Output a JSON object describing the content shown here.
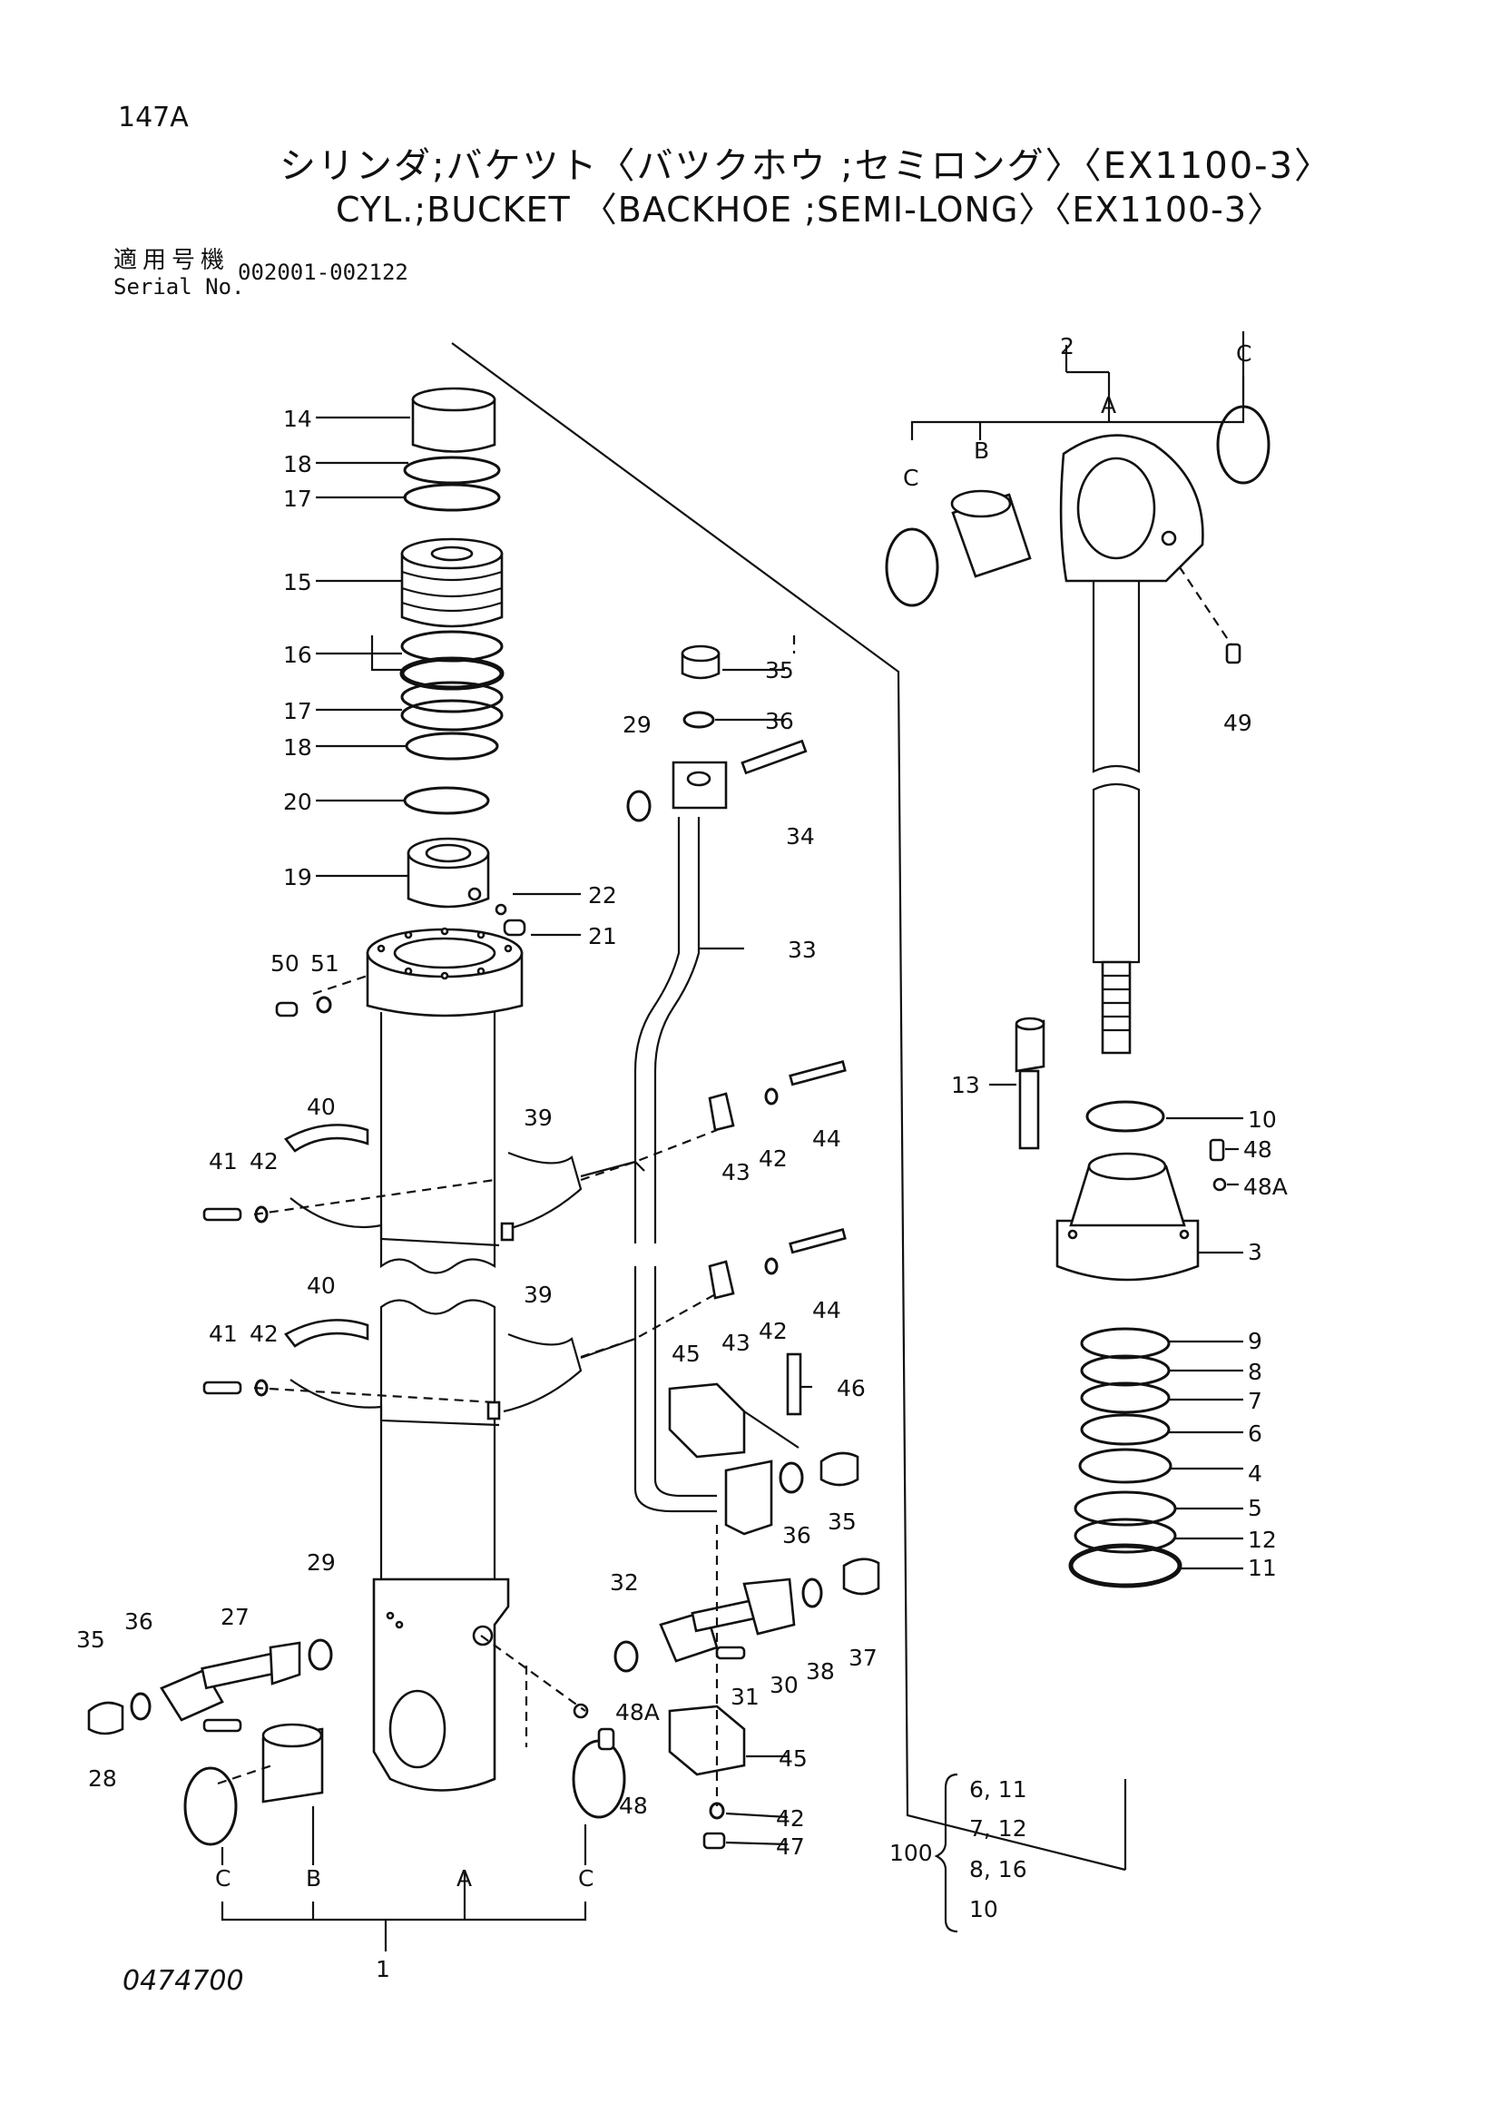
{
  "header": {
    "page_number": "147A",
    "title_jp": "シリンダ;バケツト〈バツクホウ ;セミロング〉〈EX1100-3〉",
    "title_en": "CYL.;BUCKET 〈BACKHOE ;SEMI-LONG〉〈EX1100-3〉",
    "serial_label_jp": "適用号機",
    "serial_label_en": "Serial No.",
    "serial_range": "002001-002122"
  },
  "footer": {
    "drawing_number": "0474700"
  },
  "callouts": {
    "c1": "1",
    "c2": "2",
    "c3": "3",
    "c4": "4",
    "c5": "5",
    "c6": "6",
    "c7": "7",
    "c8": "8",
    "c9": "9",
    "c10": "10",
    "c11": "11",
    "c12": "12",
    "c13": "13",
    "c14": "14",
    "c15": "15",
    "c16": "16",
    "c17": "17",
    "c18": "18",
    "c19": "19",
    "c20": "20",
    "c21": "21",
    "c22": "22",
    "c27": "27",
    "c28": "28",
    "c29": "29",
    "c30": "30",
    "c31": "31",
    "c32": "32",
    "c33": "33",
    "c34": "34",
    "c35": "35",
    "c36": "36",
    "c37": "37",
    "c38": "38",
    "c39": "39",
    "c40": "40",
    "c41": "41",
    "c42": "42",
    "c43": "43",
    "c44": "44",
    "c45": "45",
    "c46": "46",
    "c47": "47",
    "c48": "48",
    "c48a": "48A",
    "c49": "49",
    "c50": "50",
    "c51": "51"
  },
  "sub_letters": {
    "a": "A",
    "b": "B",
    "c": "C"
  },
  "kit": {
    "number": "100",
    "items": [
      "6, 11",
      "7, 12",
      "8, 16",
      "10"
    ]
  }
}
